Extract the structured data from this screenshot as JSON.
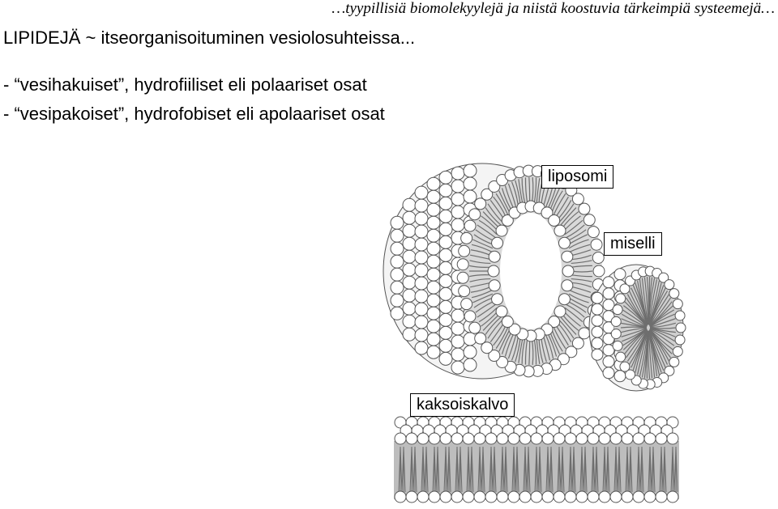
{
  "header_text": "…tyypillisiä biomolekyylejä ja niistä koostuvia tärkeimpiä systeemejä…",
  "title": "LIPIDEJÄ ~ itseorganisoituminen vesiolosuhteissa...",
  "lines": [
    "- “vesihakuiset”, hydrofiiliset eli polaariset osat",
    "- “vesipakoiset”, hydrofobiset eli apolaariset osat"
  ],
  "labels": {
    "liposome": "liposomi",
    "micelle": "miselli",
    "bilayer": "kaksoiskalvo"
  },
  "colors": {
    "head_fill": "#ffffff",
    "head_stroke": "#555555",
    "tail": "#6e6e6e",
    "text": "#000000"
  }
}
